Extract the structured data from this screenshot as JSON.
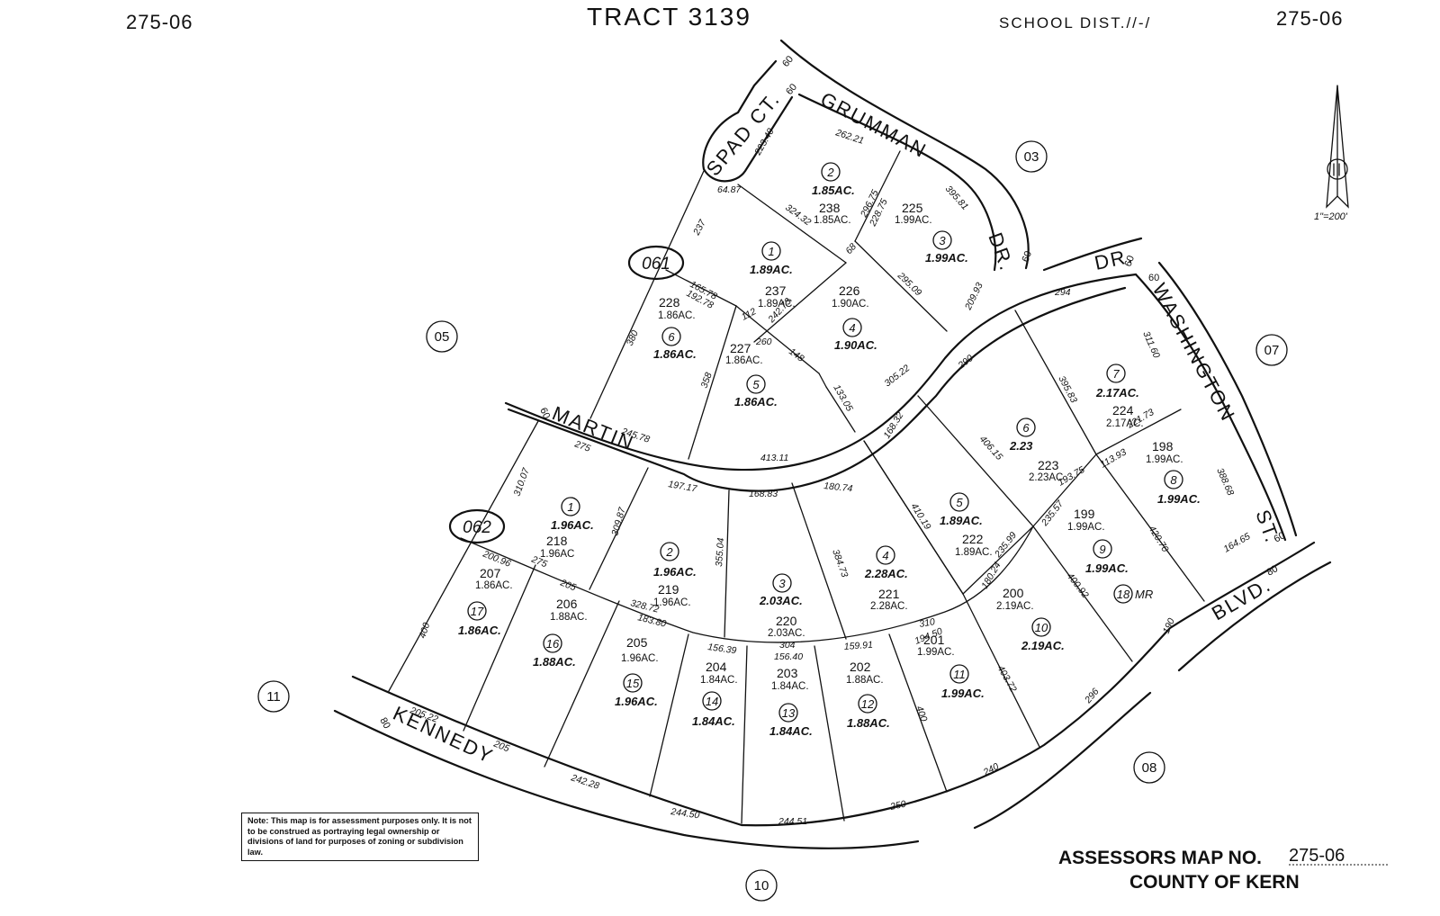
{
  "header": {
    "map_left": "275-06",
    "title": "TRACT 3139",
    "school_dist": "SCHOOL DIST.//-/",
    "map_right": "275-06"
  },
  "scale": "1\"=200'",
  "streets": {
    "spad": "SPAD CT.",
    "grumman": "GRUMMAN",
    "grumman_dr": "DR.",
    "dr2": "DR.",
    "washington": "WASHINGTON",
    "st": "ST.",
    "martin": "MARTIN",
    "kennedy": "KENNEDY",
    "blvd": "BLVD."
  },
  "page_refs": {
    "p03": "03",
    "p05": "05",
    "p07": "07",
    "p08": "08",
    "p10": "10",
    "p11": "11"
  },
  "blocks": {
    "b061": "061",
    "b062": "062"
  },
  "parcels": {
    "p238": "238",
    "p238_ac": "1.85AC.",
    "l238": "2",
    "l238_ac": "1.85AC.",
    "p225": "225",
    "p225_ac": "1.99AC.",
    "l225": "3",
    "l225_ac": "1.99AC.",
    "p237": "237",
    "p237_ac": "1.89AC.",
    "l237": "1",
    "l237_ac": "1.89AC.",
    "p226": "226",
    "p226_ac": "1.90AC.",
    "l226": "4",
    "l226_ac": "1.90AC.",
    "p228": "228",
    "p228_ac": "1.86AC.",
    "l228": "6",
    "l228_ac": "1.86AC.",
    "p227": "227",
    "p227_ac": "1.86AC.",
    "l227": "5",
    "l227_ac": "1.86AC.",
    "p224": "224",
    "p224_ac": "2.17AC.",
    "l224": "7",
    "l224_ac": "2.17AC.",
    "p223": "223",
    "p223_ac": "2.23AC.",
    "l223": "6",
    "l223_ac": "2.23",
    "p198": "198",
    "p198_ac": "1.99AC.",
    "l198": "8",
    "l198_ac": "1.99AC.",
    "p199": "199",
    "p199_ac": "1.99AC.",
    "l199": "9",
    "l199_ac": "1.99AC.",
    "l_mr": "18",
    "mr": "MR",
    "p222": "222",
    "p222_ac": "1.89AC.",
    "l222": "5",
    "l222_ac": "1.89AC.",
    "p218": "218",
    "p218_ac": "1.96AC",
    "l218": "1",
    "l218_ac": "1.96AC.",
    "p219": "219",
    "p219_ac": "1.96AC.",
    "l219": "2",
    "l219_ac": "1.96AC.",
    "p220": "220",
    "p220_ac": "2.03AC.",
    "l220": "3",
    "l220_ac": "2.03AC.",
    "p221": "221",
    "p221_ac": "2.28AC.",
    "l221": "4",
    "l221_ac": "2.28AC.",
    "p200": "200",
    "p200_ac": "2.19AC.",
    "l200": "10",
    "l200_ac": "2.19AC.",
    "p207": "207",
    "p207_ac": "1.86AC.",
    "l207": "17",
    "l207_ac": "1.86AC.",
    "p206": "206",
    "p206_ac": "1.88AC.",
    "l206": "16",
    "l206_ac": "1.88AC.",
    "p205": "205",
    "p205_ac": "1.96AC.",
    "l205": "15",
    "l205_ac": "1.96AC.",
    "p204": "204",
    "p204_ac": "1.84AC.",
    "l204": "14",
    "l204_ac": "1.84AC.",
    "p203": "203",
    "p203_ac": "1.84AC.",
    "l203": "13",
    "l203_ac": "1.84AC.",
    "p202": "202",
    "p202_ac": "1.88AC.",
    "l202": "12",
    "l202_ac": "1.88AC.",
    "p201": "201",
    "p201_ac": "1.99AC.",
    "l201": "11",
    "l201_ac": "1.99AC."
  },
  "dims": {
    "d60a": "60",
    "d60b": "60",
    "d60c": "60",
    "d60d": "60",
    "d60e": "60",
    "d60f": "60",
    "d60g": "60",
    "d80a": "80",
    "d80b": "80",
    "d223_40": "223.40",
    "d262_21": "262.21",
    "d395_81": "395.81",
    "d64_87": "64.87",
    "d237": "237",
    "d324_32": "324.32",
    "d296_75": "296.75",
    "d228_75": "228.75",
    "d68": "68",
    "d295_09": "295.09",
    "d209_93": "209.93",
    "d165_78": "165.78",
    "d192_78": "192.78",
    "d242_73": "242.73",
    "d112": "112",
    "d260": "260",
    "d148": "148",
    "d380": "380",
    "d358": "358",
    "d133_05": "133.05",
    "d305_22": "305.22",
    "d290": "290",
    "d294": "294",
    "d311_60": "311.60",
    "d395_83": "395.83",
    "d221_73": "221.73",
    "d113_93": "113.93",
    "d193_75": "193.75",
    "d388_68": "388.68",
    "d420_70": "420.70",
    "d406_15": "406.15",
    "d168_32": "168.32",
    "d245_78": "245.78",
    "d275a": "275",
    "d413_11": "413.11",
    "d310_07": "310.07",
    "d309_87": "309.87",
    "d197_17": "197.17",
    "d168_83": "168.83",
    "d180_74": "180.74",
    "d355_04": "355.04",
    "d384_73": "384.73",
    "d410_19": "410.19",
    "d235_57": "235.57",
    "d235_99": "235.99",
    "d180_24": "180.24",
    "d400_92": "400.92",
    "d164_65": "164.65",
    "d190": "190",
    "d200_96": "200.96",
    "d275b": "275",
    "d205a": "205",
    "d328_72": "328.72",
    "d183_80": "183.80",
    "d156_39": "156.39",
    "d304": "304",
    "d156_40": "156.40",
    "d159_91": "159.91",
    "d310": "310",
    "d194_50": "194.50",
    "d400a": "400",
    "d403_72": "403.72",
    "d400b": "400",
    "d205_22": "205.22",
    "d205b": "205",
    "d242_28": "242.28",
    "d244_50": "244.50",
    "d244_51": "244.51",
    "d250": "250",
    "d240": "240",
    "d296": "296"
  },
  "note": "Note: This map is for assessment purposes only. It is not to be construed as portraying legal ownership or divisions of land for purposes of zoning or subdivision law.",
  "footer": {
    "assessors_label": "ASSESSORS MAP NO.",
    "map_no": "275-06",
    "county": "COUNTY OF KERN"
  }
}
